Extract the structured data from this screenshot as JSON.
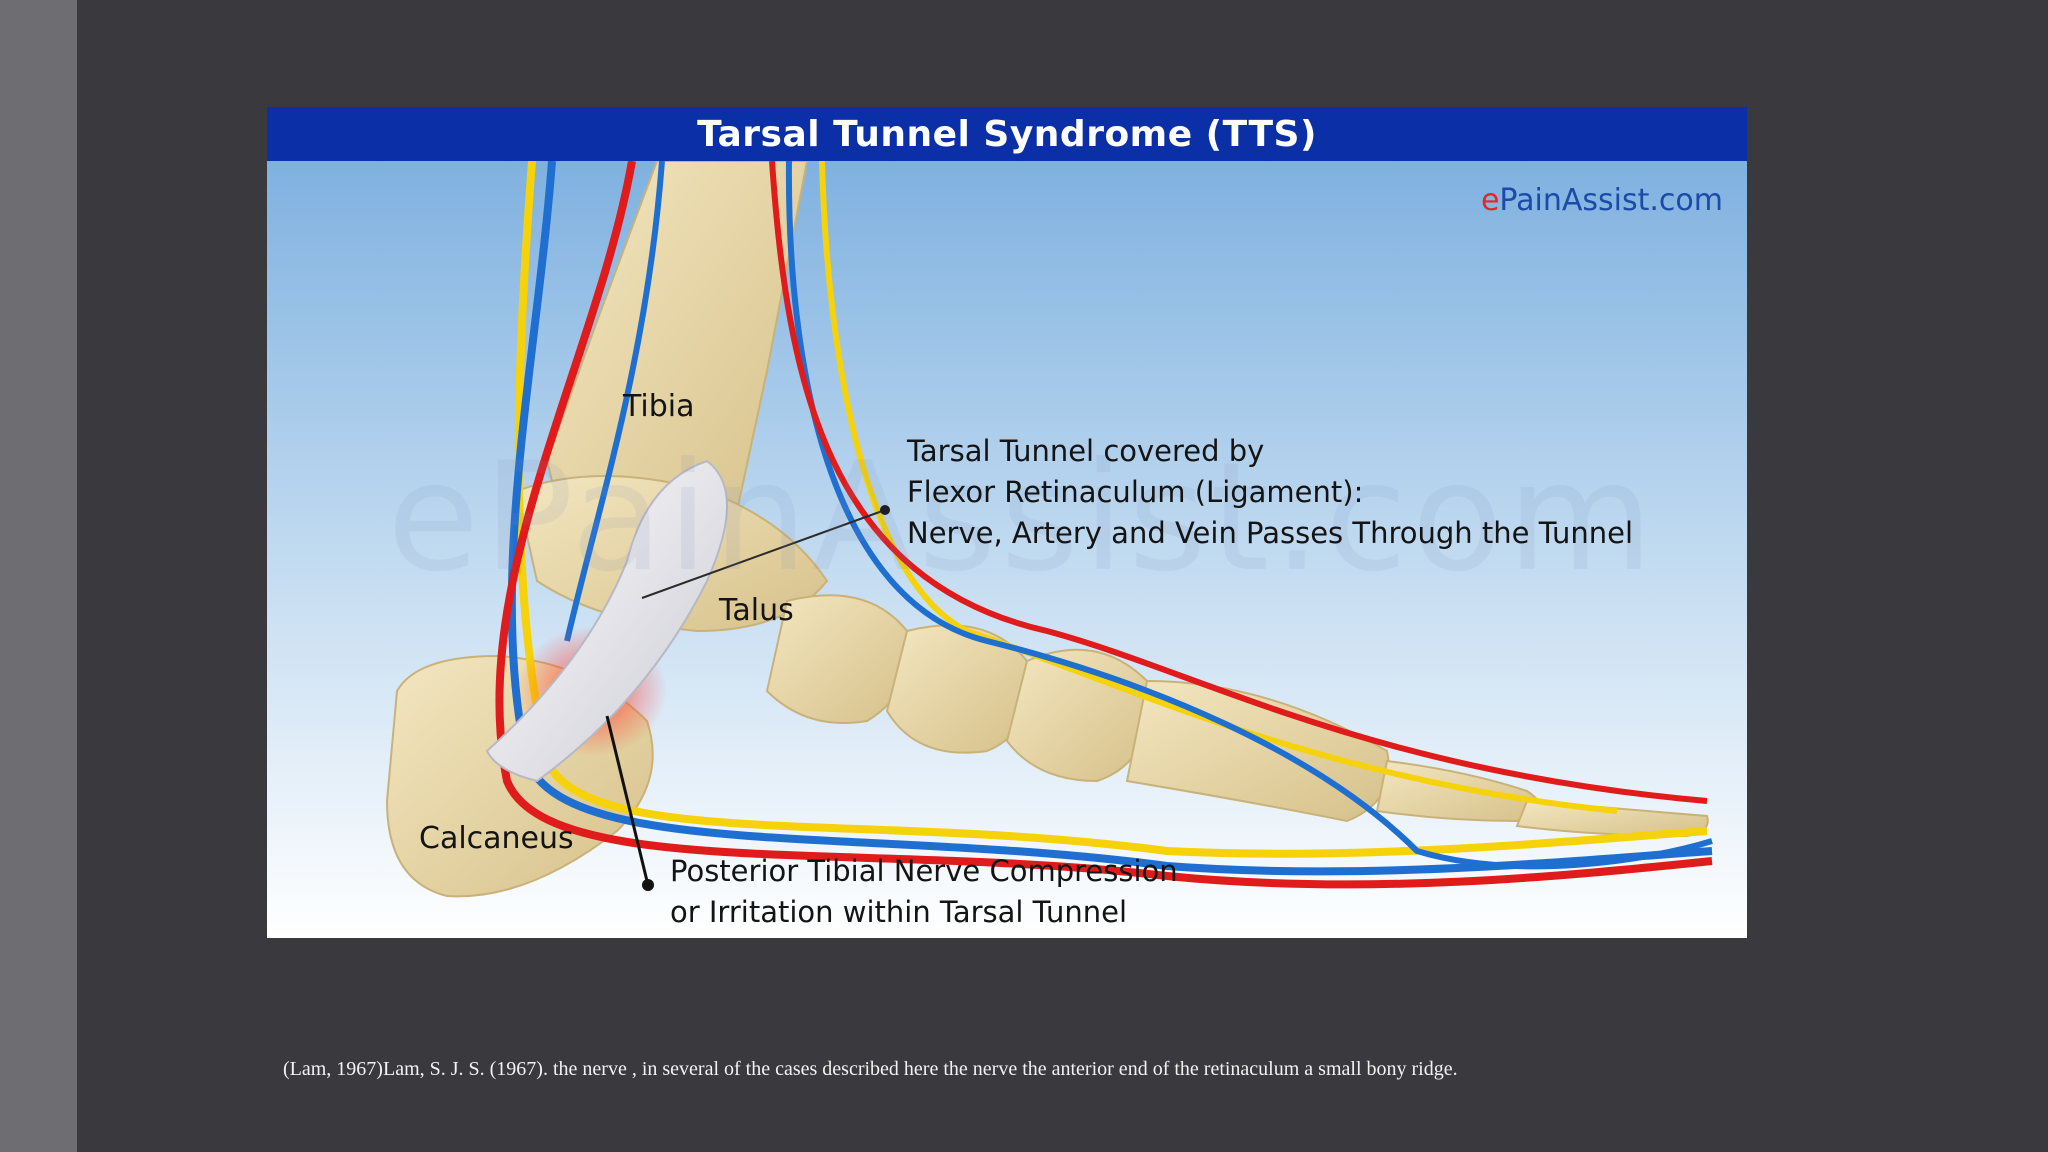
{
  "figure": {
    "title": "Tarsal Tunnel Syndrome (TTS)",
    "brand_prefix": "e",
    "brand_rest": "PainAssist.com",
    "watermark": "ePainAssist.com",
    "labels": {
      "tibia": "Tibia",
      "talus": "Talus",
      "calcaneus": "Calcaneus"
    },
    "callout_tunnel": [
      "Tarsal Tunnel covered by",
      "Flexor Retinaculum  (Ligament):",
      "Nerve, Artery and Vein Passes Through the Tunnel"
    ],
    "callout_nerve": [
      "Posterior Tibial Nerve Compression",
      "or Irritation within Tarsal Tunnel"
    ],
    "colors": {
      "header": "#0a2fa6",
      "artery": "#e01b1b",
      "vein": "#1f6fd1",
      "nerve": "#f5d20a",
      "bone": "#e8d7a6",
      "sky_top": "#7fb1e0"
    }
  },
  "caption": "(Lam, 1967)Lam, S. J. S. (1967). the nerve , in several of the cases described here the nerve the anterior end of the retinaculum a small bony ridge."
}
